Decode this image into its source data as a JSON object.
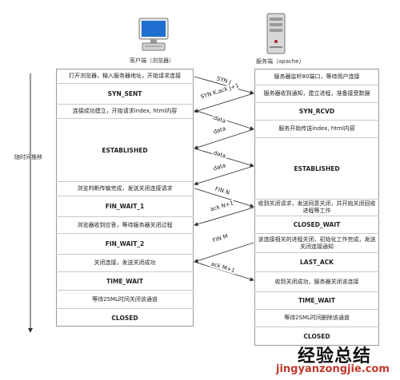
{
  "client": {
    "label": "客户端（浏览器）",
    "rows": [
      {
        "text": "打开浏览器，输入服务器地址，开始请求连接",
        "bold": false
      },
      {
        "text": "SYN_SENT",
        "bold": true
      },
      {
        "text": "连接成功建立，开始请求index, html内容",
        "bold": false
      },
      {
        "text": "ESTABLISHED",
        "bold": true
      },
      {
        "text": "浏览判断传输完成，发送关闭连接请求",
        "bold": false
      },
      {
        "text": "FIN_WAIT_1",
        "bold": true
      },
      {
        "text": "浏览器收到应答，等待服务器关闭过程",
        "bold": false
      },
      {
        "text": "FIN_WAIT_2",
        "bold": true
      },
      {
        "text": "关闭连接，发送关闭成功",
        "bold": false
      },
      {
        "text": "TIME_WAIT",
        "bold": true
      },
      {
        "text": "等待2SML时间关闭该通道",
        "bold": false
      },
      {
        "text": "CLOSED",
        "bold": true
      }
    ]
  },
  "server": {
    "label": "服务端（apache）",
    "rows": [
      {
        "text": "服务器监听80端口，等待用户连接",
        "bold": false
      },
      {
        "text": "服务器收到通知，建立进程，准备接受数据",
        "bold": false
      },
      {
        "text": "SYN_RCVD",
        "bold": true
      },
      {
        "text": "服务开始传送index, html内容",
        "bold": false
      },
      {
        "text": "ESTABLISHED",
        "bold": true
      },
      {
        "text": "收到关闭请求，发送同意关闭，并开始关闭回收进程等工作",
        "bold": false
      },
      {
        "text": "CLOSED_WAIT",
        "bold": true
      },
      {
        "text": "该连接相关的进程关闭，初始化工作完成，发送关闭连接通知",
        "bold": false
      },
      {
        "text": "LAST_ACK",
        "bold": true
      },
      {
        "text": "收到关闭成功，服务器关闭该连接",
        "bold": false
      },
      {
        "text": "TIME_WAIT",
        "bold": true
      },
      {
        "text": "等待2SML时间删除该通道",
        "bold": false
      },
      {
        "text": "CLOSED",
        "bold": true
      }
    ]
  },
  "messages": [
    {
      "label": "SYN J",
      "direction": "to-server"
    },
    {
      "label": "SYN K,ack J+1",
      "direction": "to-client"
    },
    {
      "label": "data",
      "direction": "to-server"
    },
    {
      "label": "data",
      "direction": "to-client"
    },
    {
      "label": "data",
      "direction": "to-server"
    },
    {
      "label": "data",
      "direction": "to-client"
    },
    {
      "label": "FIN N",
      "direction": "to-server"
    },
    {
      "label": "ack N+1",
      "direction": "to-client"
    },
    {
      "label": "FIN M",
      "direction": "to-client"
    },
    {
      "label": "ack M+1",
      "direction": "to-server"
    }
  ],
  "timeline_label": "随时间推移",
  "watermark": {
    "main": "经验总结",
    "sub": "jingyanzongjie.com"
  }
}
